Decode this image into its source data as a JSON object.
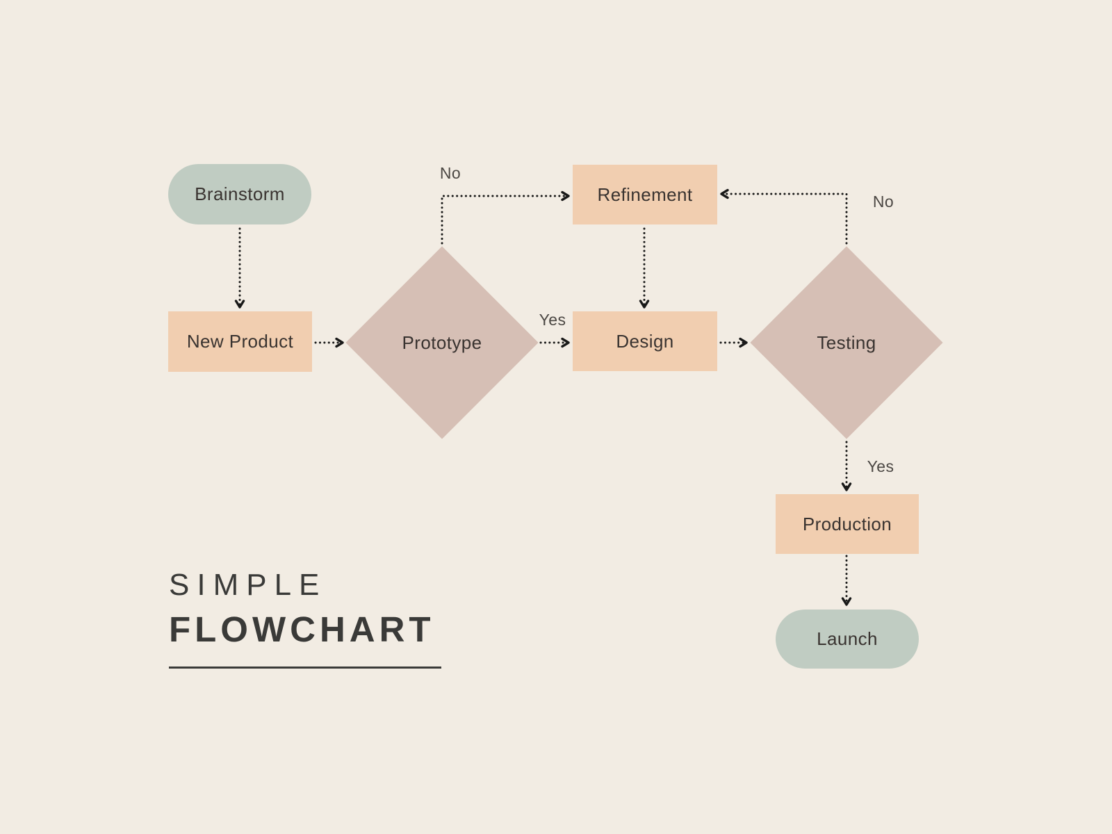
{
  "title": {
    "line1": "SIMPLE",
    "line2": "FLOWCHART"
  },
  "nodes": [
    {
      "id": "brainstorm",
      "label": "Brainstorm",
      "shape": "pill"
    },
    {
      "id": "new-product",
      "label": "New Product",
      "shape": "rectangle"
    },
    {
      "id": "prototype",
      "label": "Prototype",
      "shape": "diamond"
    },
    {
      "id": "refinement",
      "label": "Refinement",
      "shape": "rectangle"
    },
    {
      "id": "design",
      "label": "Design",
      "shape": "rectangle"
    },
    {
      "id": "testing",
      "label": "Testing",
      "shape": "diamond"
    },
    {
      "id": "production",
      "label": "Production",
      "shape": "rectangle"
    },
    {
      "id": "launch",
      "label": "Launch",
      "shape": "pill"
    }
  ],
  "edge_labels": {
    "prototype_no": "No",
    "prototype_yes": "Yes",
    "testing_no": "No",
    "testing_yes": "Yes"
  },
  "colors": {
    "background": "#f2ece3",
    "pill_green": "#c0ccc2",
    "box_peach": "#f1ceb0",
    "diamond_mauve": "#d6bfb5",
    "text_dark": "#393330",
    "title_dark": "#3a3a38",
    "connector_black": "#191918",
    "edge_label_gray": "#4b4743"
  }
}
